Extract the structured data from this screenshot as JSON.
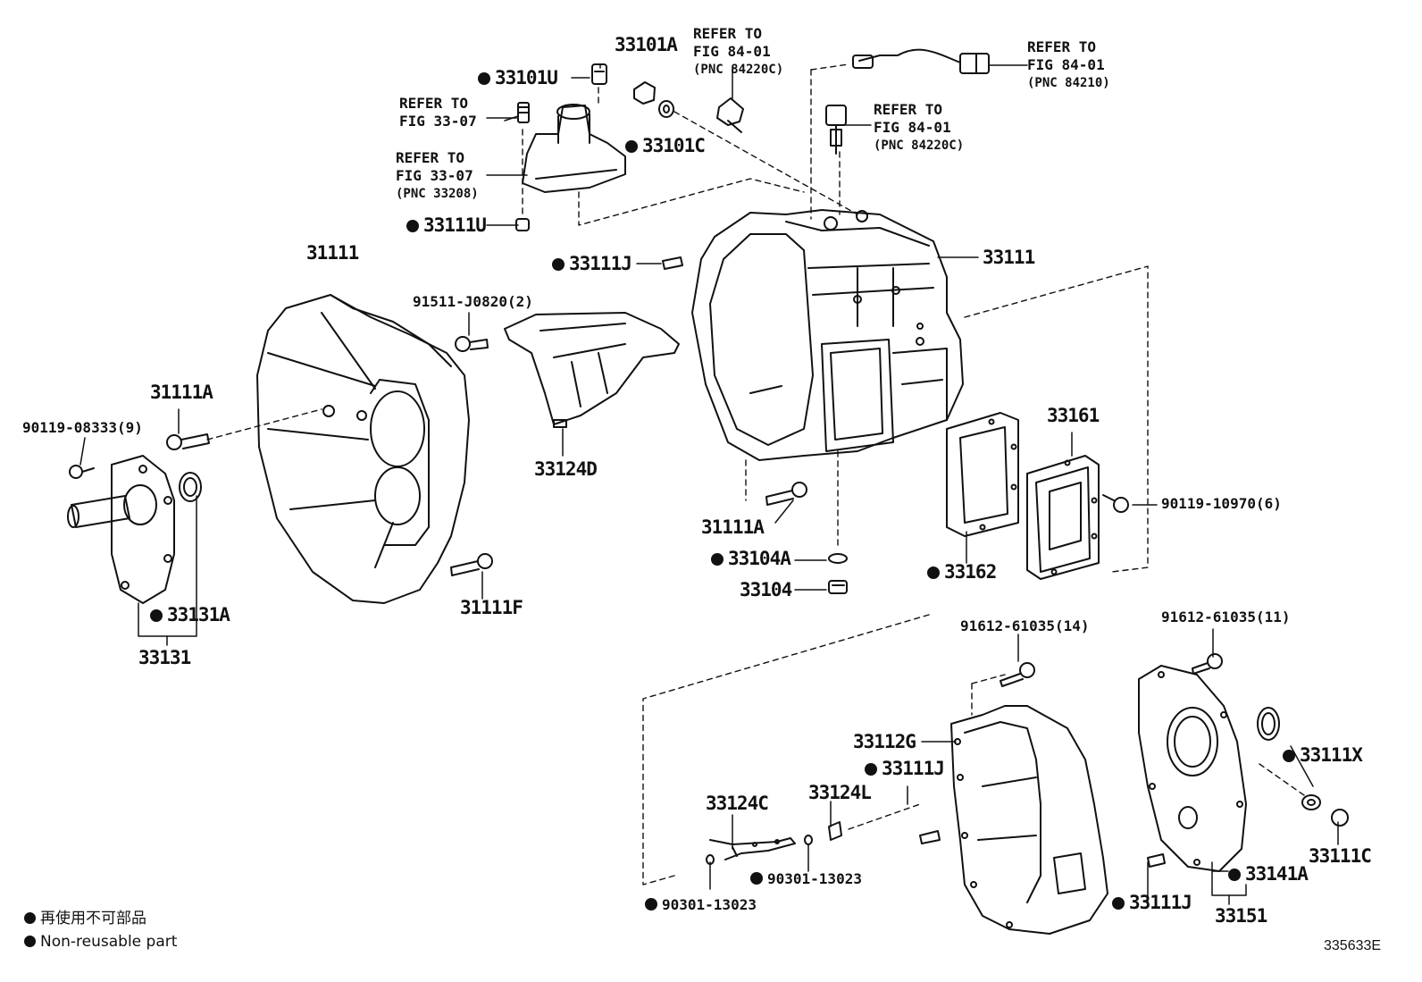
{
  "colors": {
    "ink": "#111111",
    "background": "#ffffff"
  },
  "labels": {
    "p33101A": "33101A",
    "p33101U": "33101U",
    "p33101C": "33101C",
    "p33111U": "33111U",
    "p33111J_top": "33111J",
    "p33111_case": "33111",
    "p31111_housing": "31111",
    "p91511": "91511-J0820(2)",
    "p31111A_left": "31111A",
    "p90119_08333": "90119-08333(9)",
    "p33124D": "33124D",
    "p31111A_mid": "31111A",
    "p33104A": "33104A",
    "p33104": "33104",
    "p33131A": "33131A",
    "p33131": "33131",
    "p31111F": "31111F",
    "p33162": "33162",
    "p33161": "33161",
    "p90119_10970": "90119-10970(6)",
    "p91612_14": "91612-61035(14)",
    "p91612_11": "91612-61035(11)",
    "p33112G": "33112G",
    "p33111J_mid": "33111J",
    "p33124L": "33124L",
    "p33124C": "33124C",
    "p90301_a": "90301-13023",
    "p90301_b": "90301-13023",
    "p33111J_bot": "33111J",
    "p33111X": "33111X",
    "p33111C": "33111C",
    "p33141A": "33141A",
    "p33151": "33151"
  },
  "refs": {
    "ref1": {
      "l1": "REFER TO",
      "l2": "FIG 33-07"
    },
    "ref2": {
      "l1": "REFER TO",
      "l2": "FIG 33-07",
      "l3": "(PNC 33208)"
    },
    "ref3": {
      "l1": "REFER TO",
      "l2": "FIG 84-01",
      "l3": "(PNC 84220C)"
    },
    "ref4": {
      "l1": "REFER TO",
      "l2": "FIG 84-01",
      "l3": "(PNC 84220C)"
    },
    "ref5": {
      "l1": "REFER TO",
      "l2": "FIG 84-01",
      "l3": "(PNC 84210)"
    }
  },
  "legend": {
    "jp": "再使用不可部品",
    "en": "Non-reusable part"
  },
  "figure_code": "335633E"
}
